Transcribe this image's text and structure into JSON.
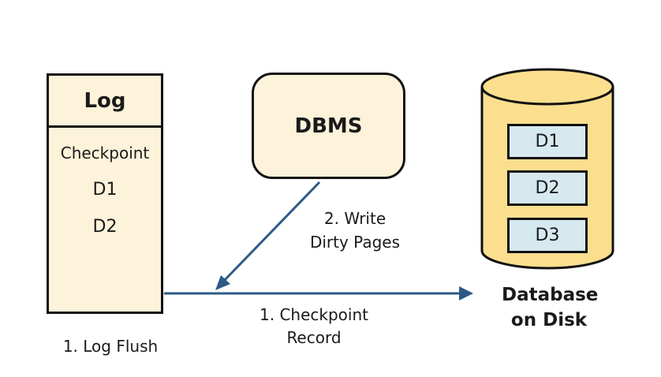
{
  "log": {
    "title": "Log",
    "entries": [
      "Checkpoint",
      "D1",
      "D2"
    ],
    "caption": "1. Log Flush"
  },
  "dbms": {
    "title": "DBMS"
  },
  "database": {
    "pages": [
      "D1",
      "D2",
      "D3"
    ],
    "caption_line1": "Database",
    "caption_line2": "on Disk"
  },
  "arrows": {
    "write_line1": "2. Write",
    "write_line2": "Dirty Pages",
    "checkpoint_line1": "1. Checkpoint",
    "checkpoint_line2": "Record"
  },
  "colors": {
    "box_fill": "#fdf2da",
    "cylinder_fill": "#fbdf8f",
    "page_fill": "#d6e9ef",
    "arrow": "#2b5a84"
  }
}
